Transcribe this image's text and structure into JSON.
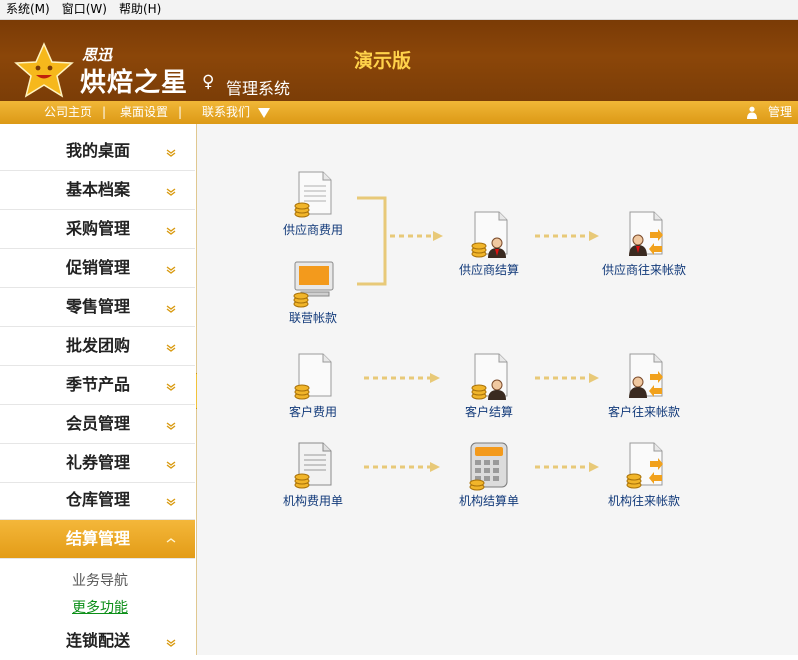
{
  "menu": [
    "系统(M)",
    "窗口(W)",
    "帮助(H)"
  ],
  "banner": {
    "brand_small": "思迅",
    "brand_main": "烘焙之星",
    "subtitle": "管理系统",
    "edition": "演示版"
  },
  "nav": {
    "home": "公司主页",
    "desktop_settings": "桌面设置",
    "contact": "联系我们",
    "user": "管理员"
  },
  "sidebar": {
    "items": [
      {
        "label": "我的桌面"
      },
      {
        "label": "基本档案"
      },
      {
        "label": "采购管理"
      },
      {
        "label": "促销管理"
      },
      {
        "label": "零售管理"
      },
      {
        "label": "批发团购"
      },
      {
        "label": "季节产品"
      },
      {
        "label": "会员管理"
      },
      {
        "label": "礼券管理"
      },
      {
        "label": "仓库管理"
      },
      {
        "label": "结算管理",
        "active": true
      },
      {
        "label": "连锁配送"
      }
    ],
    "sub_items": [
      "业务导航",
      "更多功能"
    ]
  },
  "flow": {
    "supplier_fee": "供应商费用",
    "joint_account": "联营帐款",
    "supplier_settle": "供应商结算",
    "supplier_ledger": "供应商往来帐款",
    "customer_fee": "客户费用",
    "customer_settle": "客户结算",
    "customer_ledger": "客户往来帐款",
    "org_fee": "机构费用单",
    "org_settle": "机构结算单",
    "org_ledger": "机构往来帐款"
  },
  "colors": {
    "banner": "#8b4609",
    "accent": "#f0b030",
    "edition": "#ffd24a",
    "link": "#0c8f18",
    "caption": "#123a7a"
  }
}
